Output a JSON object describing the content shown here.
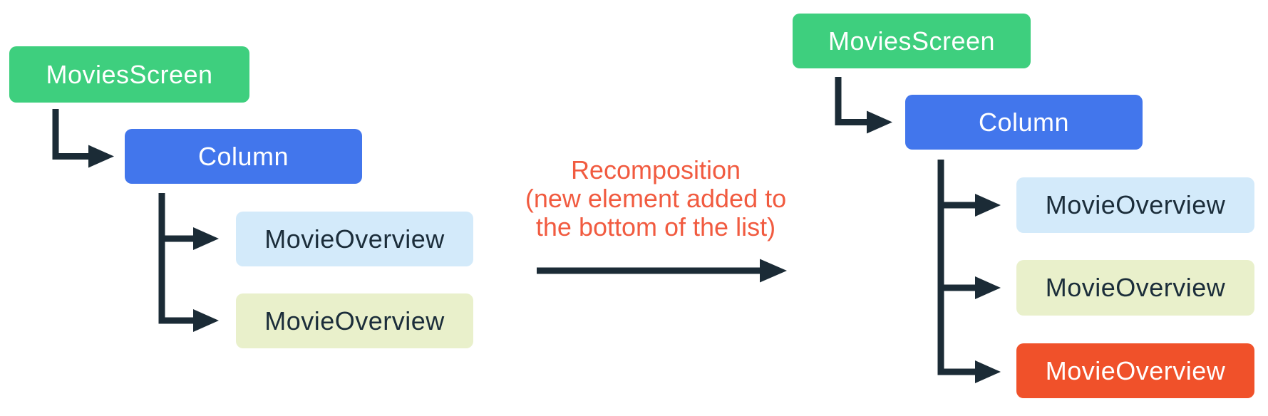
{
  "colors": {
    "green": "#3ECF7E",
    "blue": "#4276EC",
    "light_blue": "#D3EAFA",
    "pale_yellow": "#E9F0CB",
    "orange": "#F0512A",
    "connector": "#1B2B36",
    "dark_text": "#1B2D3A",
    "caption_orange": "#F15B40"
  },
  "left_tree": {
    "root": "MoviesScreen",
    "child": "Column",
    "leaves": [
      "MovieOverview",
      "MovieOverview"
    ]
  },
  "caption": {
    "lines": [
      "Recomposition",
      "(new element added to",
      "the bottom of the list)"
    ]
  },
  "right_tree": {
    "root": "MoviesScreen",
    "child": "Column",
    "leaves": [
      "MovieOverview",
      "MovieOverview",
      "MovieOverview"
    ]
  }
}
